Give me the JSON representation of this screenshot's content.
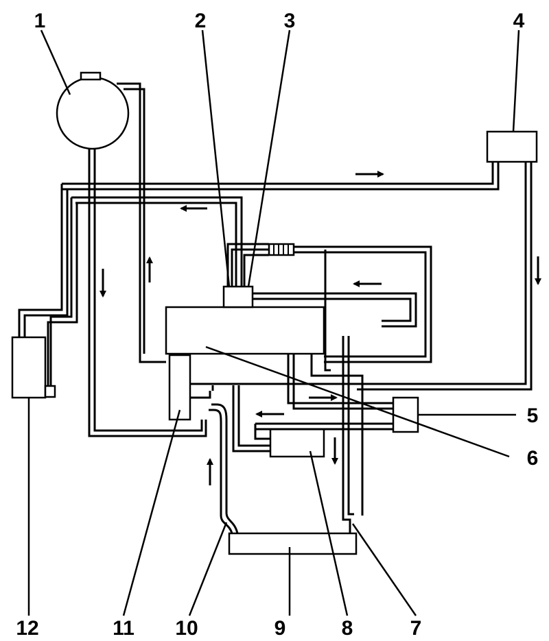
{
  "labels": {
    "n1": "1",
    "n2": "2",
    "n3": "3",
    "n4": "4",
    "n5": "5",
    "n6": "6",
    "n7": "7",
    "n8": "8",
    "n9": "9",
    "n10": "10",
    "n11": "11",
    "n12": "12"
  },
  "colors": {
    "line": "#000000",
    "background": "#ffffff"
  }
}
